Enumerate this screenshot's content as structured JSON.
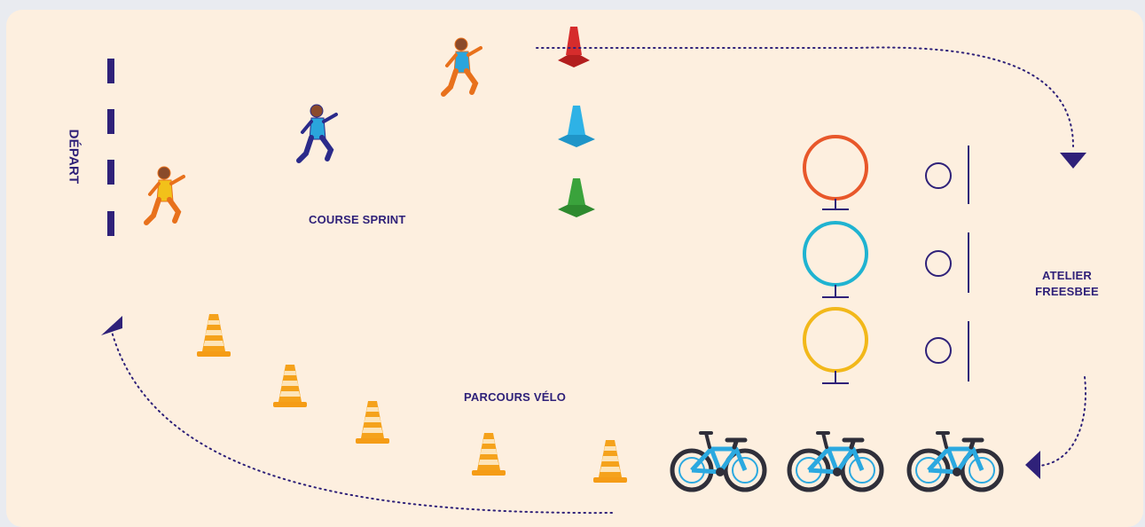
{
  "zones": {
    "depart": "DÉPART",
    "sprint": "COURSE SPRINT",
    "velo": "PARCOURS VÉLO",
    "frisbee": "ATELIER FREESBEE"
  },
  "colors": {
    "background": "#fdefdf",
    "outer": "#e9ebf0",
    "ink": "#2f2179",
    "cone_red": "#d62c2c",
    "cone_blue": "#2eb2e6",
    "cone_green": "#3aa33c",
    "traffic_cone": "#f5a21b",
    "hoop_orange": "#e8572a",
    "hoop_blue": "#1fb3d1",
    "hoop_yellow": "#f2b81a",
    "bike": "#2ba9e0"
  },
  "icons": [
    "start-line",
    "runner",
    "marker-cone",
    "traffic-cone",
    "hoop",
    "frisbee",
    "bike",
    "arrow-head"
  ]
}
